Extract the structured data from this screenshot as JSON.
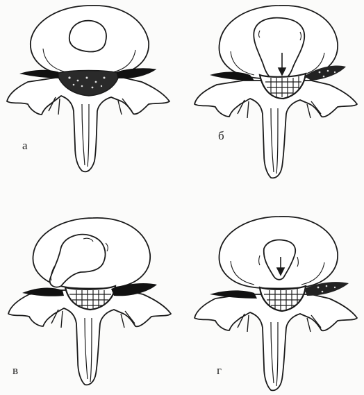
{
  "figure": {
    "panels": [
      {
        "id": "a",
        "label": "а",
        "variant": "normal-disc"
      },
      {
        "id": "b",
        "label": "б",
        "variant": "central-protrusion"
      },
      {
        "id": "v",
        "label": "в",
        "variant": "lateral-herniation"
      },
      {
        "id": "g",
        "label": "г",
        "variant": "small-central-protrusion"
      }
    ]
  },
  "colors": {
    "ink": "#1a1a1a",
    "paper": "#fbfbfa",
    "fill": "#ffffff"
  },
  "icons": {
    "arrow": "down-arrow-icon"
  }
}
